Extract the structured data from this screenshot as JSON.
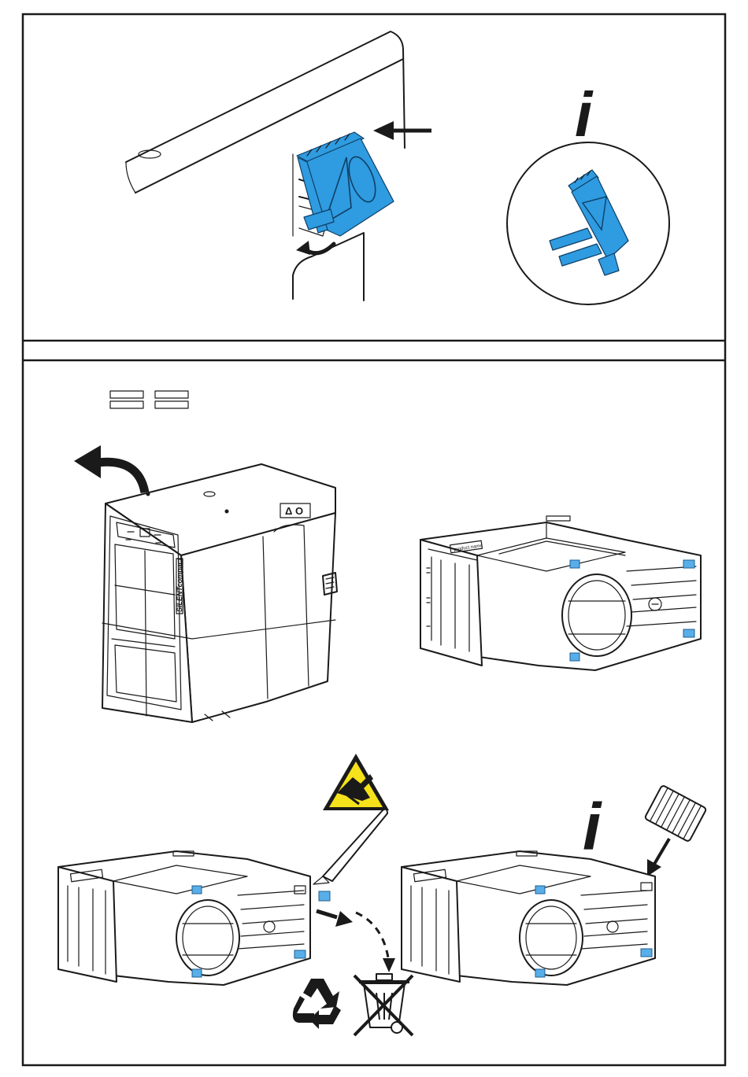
{
  "colors": {
    "frame": "#1a1a1a",
    "part_blue": "#2f9be0",
    "part_blue_dark": "#0e3f66",
    "warning_yellow": "#f6e21a",
    "background": "#ffffff"
  },
  "icons": {
    "info": "info-icon",
    "hand_crush_warning": "hand-crush-warning-icon",
    "recycle": "recycle-icon",
    "weee_bin": "crossed-out-bin-icon",
    "knife": "utility-knife-icon",
    "knurled_screw": "knurled-screw-icon"
  },
  "panels": {
    "top": {
      "info_glyph": "i"
    },
    "bottom": {
      "info_glyph": "i"
    }
  },
  "printer": {
    "brand_label": "SILENTcompact",
    "cover_symbols": "Δ O",
    "module_label": "product name"
  }
}
